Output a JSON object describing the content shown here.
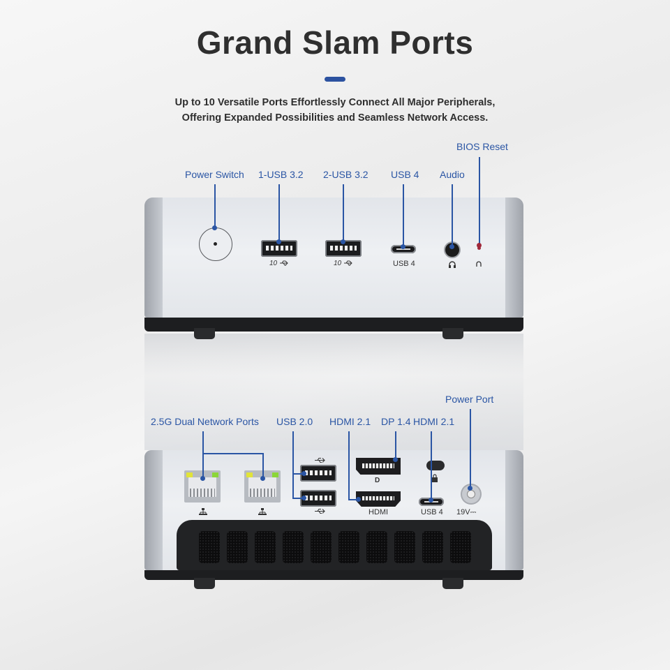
{
  "header": {
    "title": "Grand Slam Ports",
    "subtitle_line1": "Up to 10 Versatile Ports Effortlessly Connect All Major Peripherals,",
    "subtitle_line2": "Offering Expanded Possibilities and Seamless Network Access."
  },
  "front": {
    "labels": {
      "bios_reset": "BIOS Reset",
      "power_switch": "Power Switch",
      "usb1": "1-USB 3.2",
      "usb2": "2-USB 3.2",
      "usb4": "USB 4",
      "audio": "Audio"
    },
    "port_text": {
      "usb_speed": "10",
      "usb4_marking": "USB 4"
    }
  },
  "rear": {
    "labels": {
      "power_port": "Power Port",
      "network": "2.5G Dual Network Ports",
      "usb20": "USB 2.0",
      "hdmi_a": "HDMI 2.1",
      "dp": "DP 1.4",
      "hdmi_b": "HDMI 2.1"
    },
    "port_text": {
      "hdmi_marking": "HDMI",
      "usb4_marking": "USB 4",
      "dc_marking": "19V⎓"
    }
  },
  "colors": {
    "accent": "#2a55a4",
    "title": "#2f2f2f"
  },
  "icons": [
    "usb-icon",
    "headphone-icon",
    "network-icon",
    "displayport-icon",
    "lock-icon"
  ]
}
